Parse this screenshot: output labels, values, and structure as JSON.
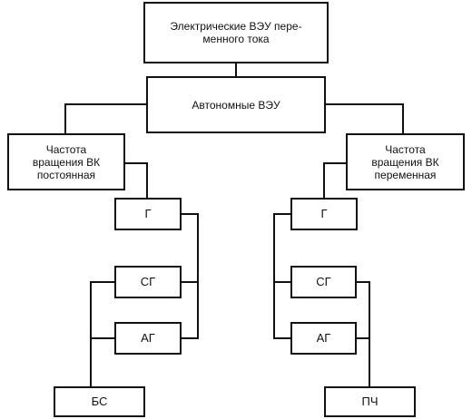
{
  "diagram": {
    "root": {
      "label": "Электрические ВЭУ пере-\nменного тока"
    },
    "autonomous": {
      "label": "Автономные ВЭУ"
    },
    "left": {
      "branch": {
        "label": "Частота\nвращения ВК\nпостоянная"
      },
      "gen": {
        "label": "Г"
      },
      "sg": {
        "label": "СГ"
      },
      "ag": {
        "label": "АГ"
      },
      "out": {
        "label": "БС"
      }
    },
    "right": {
      "branch": {
        "label": "Частота\nвращения ВК\nпеременная"
      },
      "gen": {
        "label": "Г"
      },
      "sg": {
        "label": "СГ"
      },
      "ag": {
        "label": "АГ"
      },
      "out": {
        "label": "ПЧ"
      }
    }
  }
}
